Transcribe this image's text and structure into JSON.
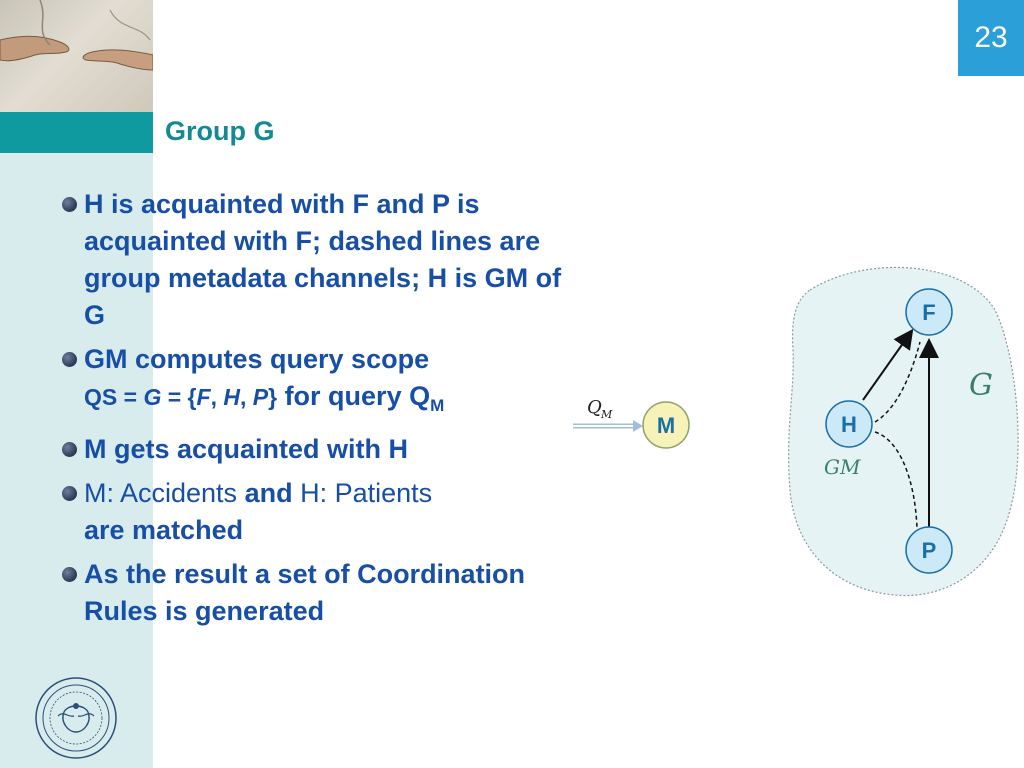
{
  "page_number": "23",
  "title": "Group G",
  "bullets": [
    {
      "text": "H is acquainted with F and P is acquainted with F; dashed lines are group metadata channels; H is GM of G"
    },
    {
      "line1": "GM computes query scope",
      "qs_prefix": "QS = ",
      "g": "G",
      "eq": " = {",
      "f": "F",
      "c1": ", ",
      "h": "H",
      "c2": ", ",
      "p": "P",
      "close": "}",
      "for_query": " for query Q",
      "sub": "M"
    },
    {
      "text": "M gets acquainted with H"
    },
    {
      "m_part": "M: Accidents ",
      "and": "and",
      "h_part": " H: Patients",
      "matched": "are matched"
    },
    {
      "text": "As the result a set of Coordination Rules is generated"
    }
  ],
  "diagram": {
    "nodes": {
      "F": "F",
      "H": "H",
      "P": "P",
      "M": "M"
    },
    "group_label": "G",
    "gm_label": "GM",
    "query_label": "Q",
    "query_sub": "M",
    "colors": {
      "node_fill": "#cbe9f7",
      "node_stroke": "#1b6fa6",
      "m_fill": "#f7f2b8",
      "group_fill": "#e6f3f4"
    }
  }
}
